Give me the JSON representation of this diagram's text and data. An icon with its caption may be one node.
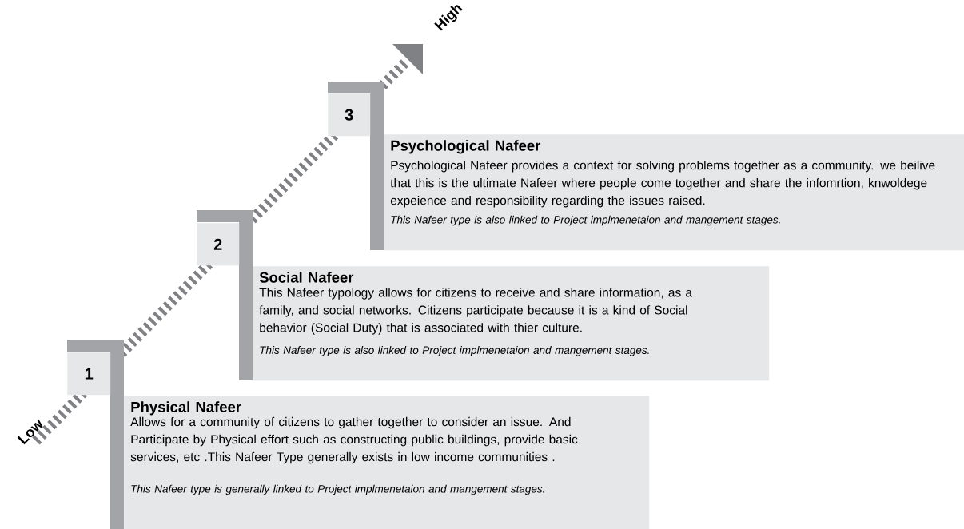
{
  "diagram": {
    "nodes": [
      {
        "text": [
          "3"
        ]
      },
      {
        "text": [
          "Psychological Nafeer",
          "Psychological Nafeer provides a context for solving problems together as a community. we beilive that this is the ultimate Nafeer where people come together and share the infomrtion, knwoldege expeience and responsibility regarding the issues raised.",
          "This Nafeer type is also linked to Project implmenetaion and mangement stages."
        ]
      },
      {
        "text": [
          "2"
        ]
      },
      {
        "text": [
          "Social Nafeer",
          "This Nafeer typology allows for citizens to receive and share information, as a family, and social networks. Citizens participate because it is a kind of Social behavior (Social Duty) that is associated with thier culture.",
          "This Nafeer type is also linked to Project implmenetaion and mangement stages."
        ]
      },
      {
        "text": [
          "1"
        ]
      },
      {
        "text": [
          "Physical Nafeer",
          "Allows for a community of citizens to gather together to consider an issue. And Participate by Physical effort such as constructing public buildings, provide basic services, etc .This Nafeer Type generally exists in low income communities .",
          "This Nafeer type is generally linked to Project implmenetaion and mangement stages."
        ]
      }
    ],
    "edges": [],
    "labels": [
      "High",
      "Low"
    ]
  }
}
